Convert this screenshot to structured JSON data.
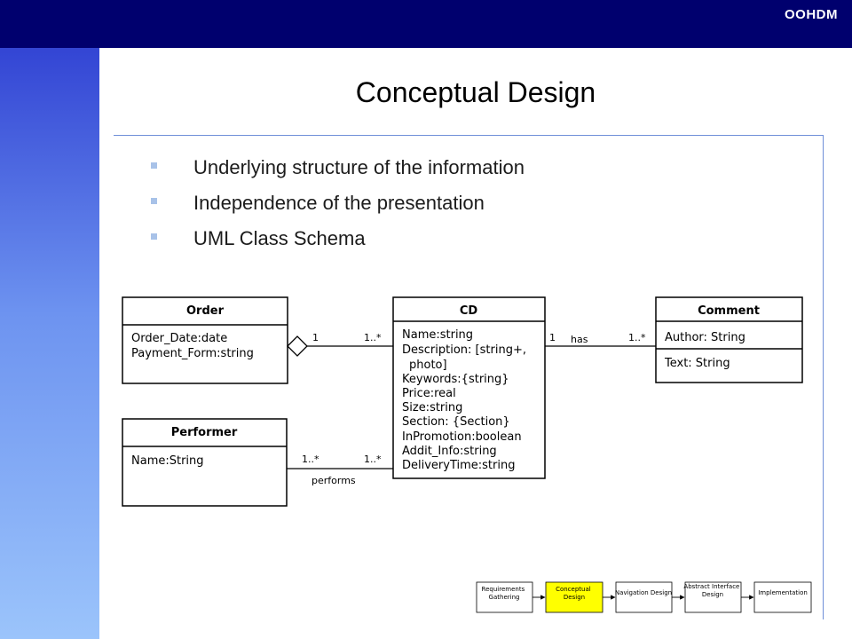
{
  "brand": "OOHDM",
  "title": "Conceptual Design",
  "bullets": [
    "Underlying structure of the information",
    "Independence of the presentation",
    "UML Class Schema"
  ],
  "classes": {
    "order": {
      "name": "Order",
      "attributes": [
        "Order_Date:date",
        "Payment_Form:string"
      ]
    },
    "cd": {
      "name": "CD",
      "attributes": [
        "Name:string",
        "Description: [string+,",
        "photo]",
        "Keywords:{string}",
        "Price:real",
        "Size:string",
        "Section: {Section}",
        "InPromotion:boolean",
        "Addit_Info:string",
        "DeliveryTime:string"
      ]
    },
    "comment": {
      "name": "Comment",
      "attributes": [
        "Author: String",
        "Text: String"
      ]
    },
    "performer": {
      "name": "Performer",
      "attributes": [
        "Name:String"
      ]
    }
  },
  "associations": {
    "order_cd": {
      "left_mult": "1",
      "right_mult": "1..*"
    },
    "cd_comment": {
      "left_mult": "1",
      "label": "has",
      "right_mult": "1..*"
    },
    "performer_cd": {
      "left_mult": "1..*",
      "label": "performs",
      "right_mult": "1..*"
    }
  },
  "process": {
    "steps": [
      "Requirements Gathering",
      "Conceptual Design",
      "Navigation Design",
      "Abstract Interface Design",
      "Implementation"
    ],
    "highlight_color": "#ffff00"
  }
}
